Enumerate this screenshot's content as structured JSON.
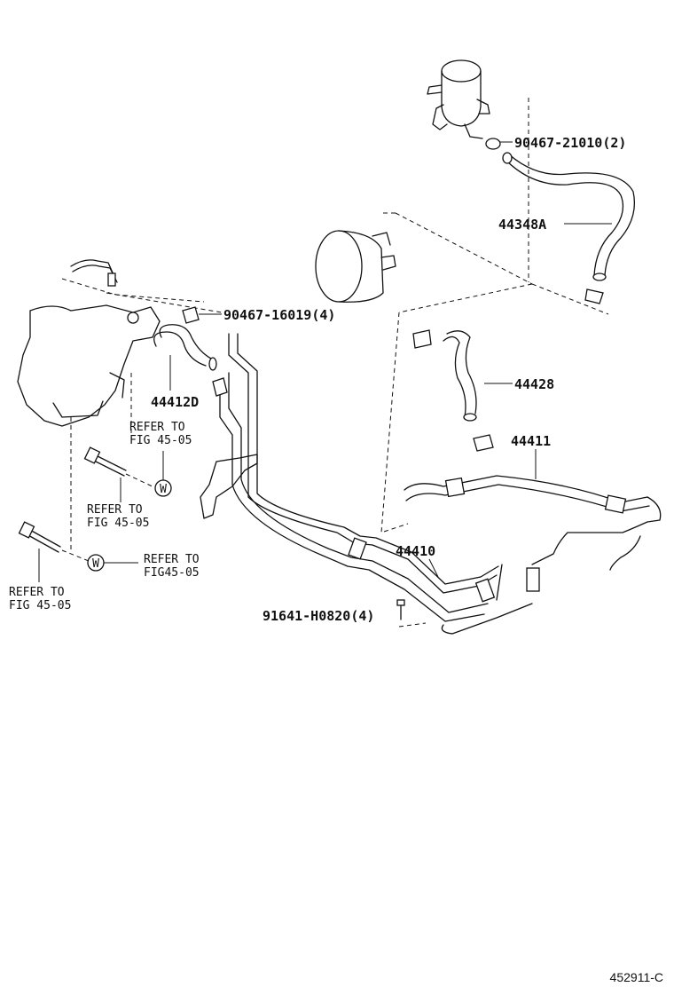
{
  "labels": {
    "clamp_top": "90467-21010(2)",
    "hose_44348A": "44348A",
    "clamp_mid": "90467-16019(4)",
    "hose_44412D": "44412D",
    "hose_44428": "44428",
    "tube_44411": "44411",
    "tube_44410": "44410",
    "bolt_91641": "91641-H0820(4)"
  },
  "refers": {
    "refer1": [
      "REFER TO",
      "FIG 45-05"
    ],
    "refer2": [
      "REFER TO",
      "FIG 45-05"
    ],
    "refer3": [
      "REFER TO",
      "FIG45-05"
    ],
    "refer4": [
      "REFER TO",
      "FIG 45-05"
    ]
  },
  "washer_symbol": "W",
  "figure_code": "452911-C"
}
